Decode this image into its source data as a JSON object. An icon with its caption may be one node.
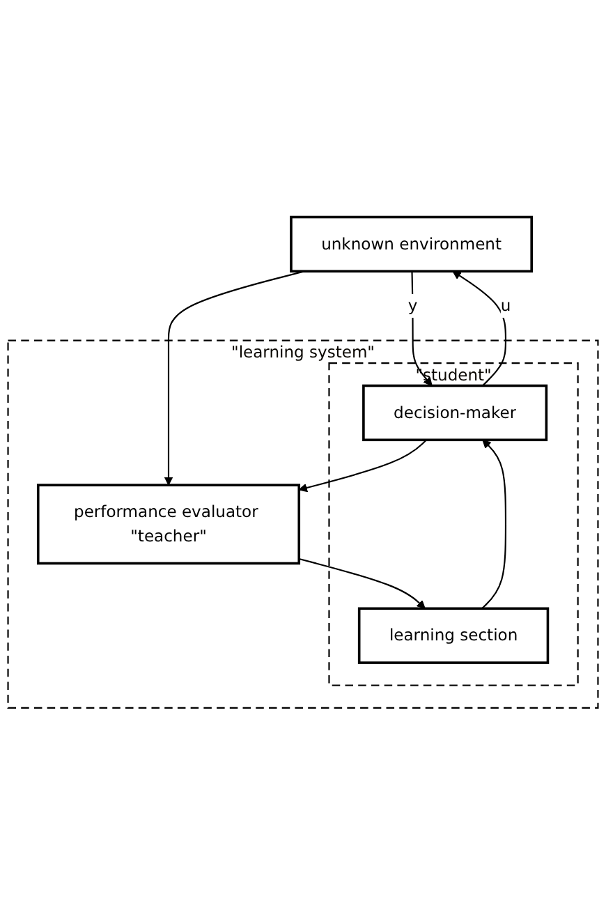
{
  "diagram": {
    "nodes": [
      {
        "text": [
          "unknown environment"
        ]
      },
      {
        "text": [
          "\"learning system\""
        ]
      },
      {
        "text": [
          "\"student\""
        ],
        "in": 1
      },
      {
        "text": [
          "decision-maker"
        ],
        "in": 2
      },
      {
        "text": [
          "learning section"
        ],
        "in": 2
      },
      {
        "text": [
          "performance evaluator \"teacher\""
        ],
        "in": 1
      }
    ],
    "edges": [
      {
        "from": 3,
        "to": 0,
        "arrow": "to",
        "label": "u"
      },
      {
        "from": 3,
        "to": 5,
        "arrow": "to"
      },
      {
        "from": 0,
        "to": 3,
        "arrow": "to",
        "label": "y"
      },
      {
        "from": 0,
        "to": 5,
        "arrow": "to"
      },
      {
        "from": 4,
        "to": 3,
        "arrow": "to"
      },
      {
        "from": 5,
        "to": 4,
        "arrow": "to"
      }
    ]
  }
}
